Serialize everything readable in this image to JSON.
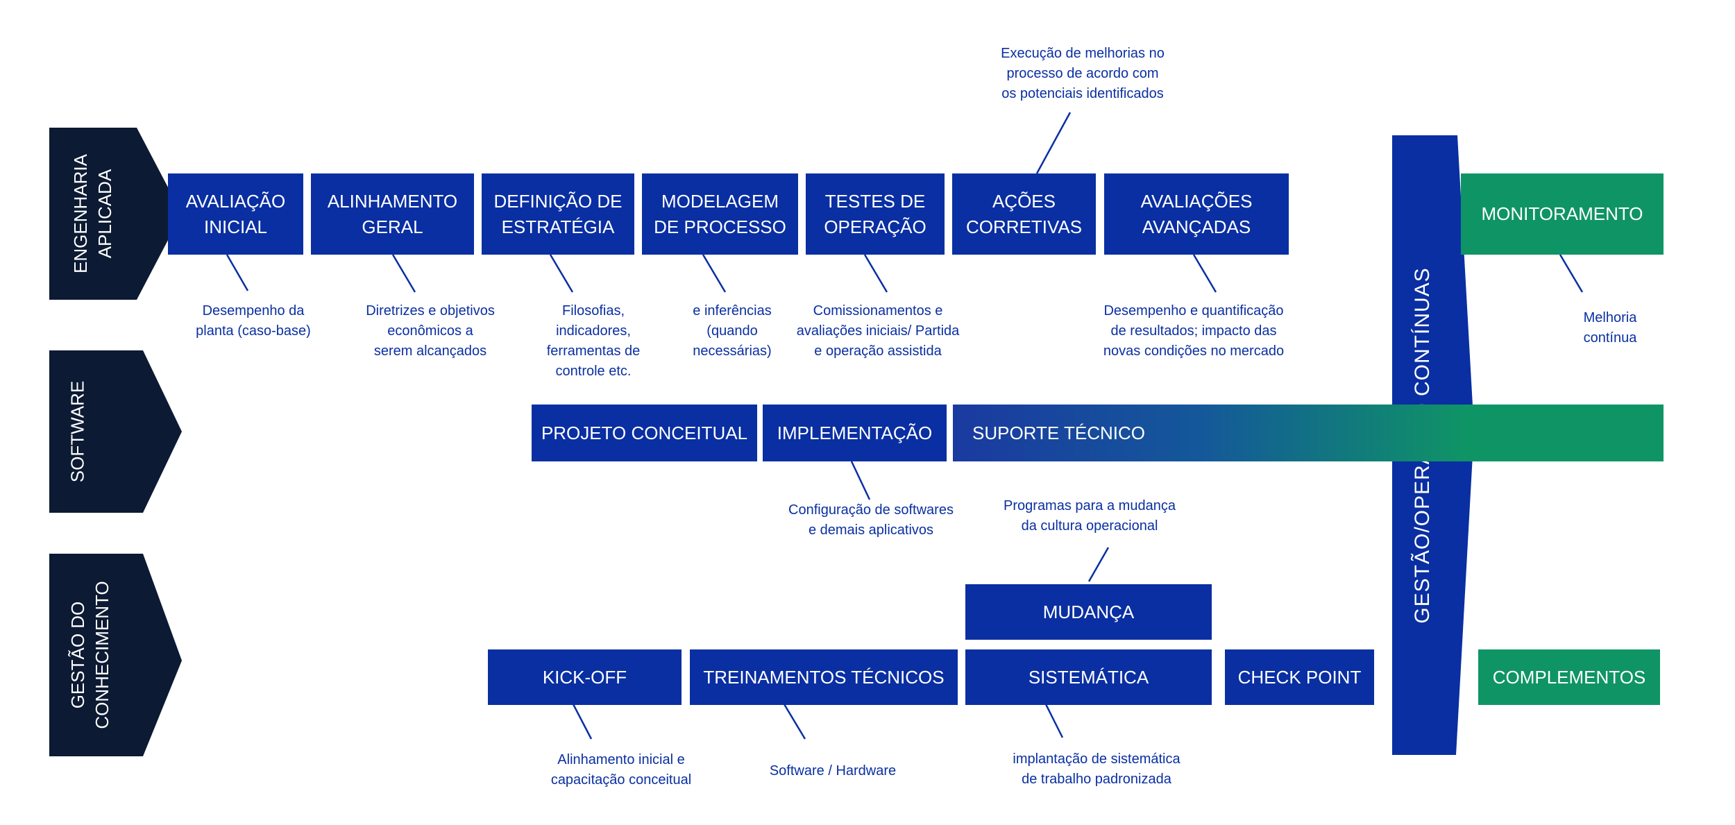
{
  "colors": {
    "dark_navy": "#0c1a33",
    "blue": "#0a2fa2",
    "green": "#0f9466",
    "note_text": "#0a2fa2"
  },
  "rows": {
    "engenharia": "ENGENHARIA\nAPLICADA",
    "software": "SOFTWARE",
    "gestao_conhecimento": "GESTÃO DO\nCONHECIMENTO"
  },
  "gestao_operacao": "GESTÃO/OPERAÇÃO  CONTÍNUAS",
  "engenharia_steps": [
    {
      "label": "AVALIAÇÃO\nINICIAL",
      "note": "Desempenho da\nplanta (caso-base)"
    },
    {
      "label": "ALINHAMENTO\nGERAL",
      "note": "Diretrizes e objetivos\neconômicos a\nserem alcançados"
    },
    {
      "label": "DEFINIÇÃO DE\nESTRATÉGIA",
      "note": "Filosofias,\nindicadores,\nferramentas de\ncontrole etc."
    },
    {
      "label": "MODELAGEM\nDE PROCESSO",
      "note": "e inferências\n(quando\nnecessárias)"
    },
    {
      "label": "TESTES DE\nOPERAÇÃO",
      "note": "Comissionamentos e\navaliações iniciais/ Partida\ne operação assistida"
    },
    {
      "label": "AÇÕES\nCORRETIVAS",
      "note": "Execução de melhorias no\nprocesso de acordo com\nos potenciais identificados"
    },
    {
      "label": "AVALIAÇÕES\nAVANÇADAS",
      "note": "Desempenho e quantificação\nde resultados; impacto das\nnovas condições no mercado"
    }
  ],
  "monitoramento": {
    "label": "MONITORAMENTO",
    "note": "Melhoria\ncontínua"
  },
  "software_steps": [
    {
      "label": "PROJETO CONCEITUAL"
    },
    {
      "label": "IMPLEMENTAÇÃO",
      "note": "Configuração de softwares\ne demais aplicativos"
    },
    {
      "label": "SUPORTE TÉCNICO"
    }
  ],
  "conhecimento_steps": [
    {
      "label": "KICK-OFF",
      "note": "Alinhamento inicial e\ncapacitação conceitual"
    },
    {
      "label": "TREINAMENTOS TÉCNICOS",
      "note": "Software / Hardware"
    },
    {
      "label": "SISTEMÁTICA",
      "note": "implantação de sistemática\nde trabalho padronizada"
    },
    {
      "label": "MUDANÇA",
      "note": "Programas para a mudança\nda cultura operacional"
    },
    {
      "label": "CHECK POINT"
    }
  ],
  "complementos": {
    "label": "COMPLEMENTOS"
  }
}
